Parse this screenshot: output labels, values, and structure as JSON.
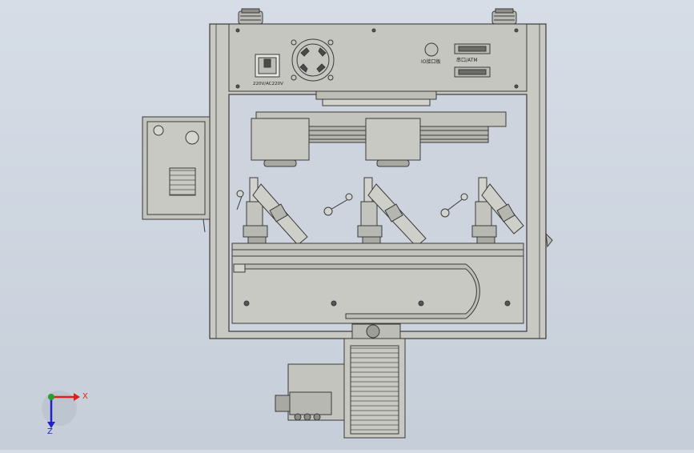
{
  "panel_labels": {
    "power_switch": "220V/AC220V",
    "io_port": "IO接口板",
    "connector": "串口/ATM"
  },
  "triad": {
    "x_label": "X",
    "z_label": "Z",
    "x_color": "#e0201a",
    "y_color": "#2aa02a",
    "z_color": "#2020d0"
  },
  "colors": {
    "frame_fill": "#c9c9c4",
    "frame_stroke": "#3a3a3a",
    "background": "#cdd4de"
  }
}
